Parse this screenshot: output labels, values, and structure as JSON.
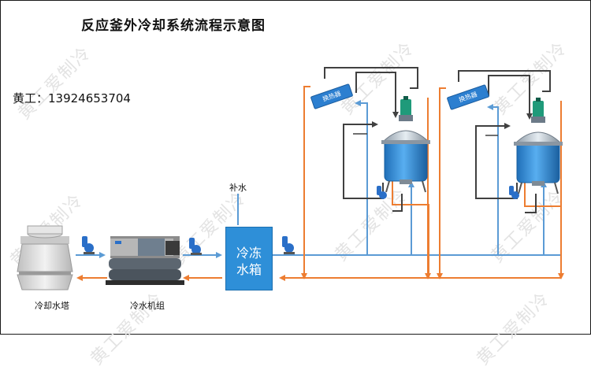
{
  "title": "反应釜外冷却系统流程示意图",
  "contact": "黄工：13924653704",
  "watermark": "黄工爱制冷",
  "labels": {
    "cooling_tower": "冷却水塔",
    "chiller": "冷水机组",
    "makeup_water": "补水",
    "tank_line1": "冷冻",
    "tank_line2": "水箱",
    "heat_exchanger_1": "换热器",
    "heat_exchanger_2": "换热器"
  },
  "colors": {
    "chilled_water_pipe": "#5b9bd5",
    "return_pipe": "#ed7d31",
    "vessel_pipe": "#404040",
    "tank_fill": "#2e8fd8",
    "pump": "#2a6fc8"
  },
  "icons": [
    "cooling-tower-icon",
    "pump-icon",
    "chiller-unit-icon",
    "reactor-vessel-icon",
    "agitator-motor-icon"
  ]
}
